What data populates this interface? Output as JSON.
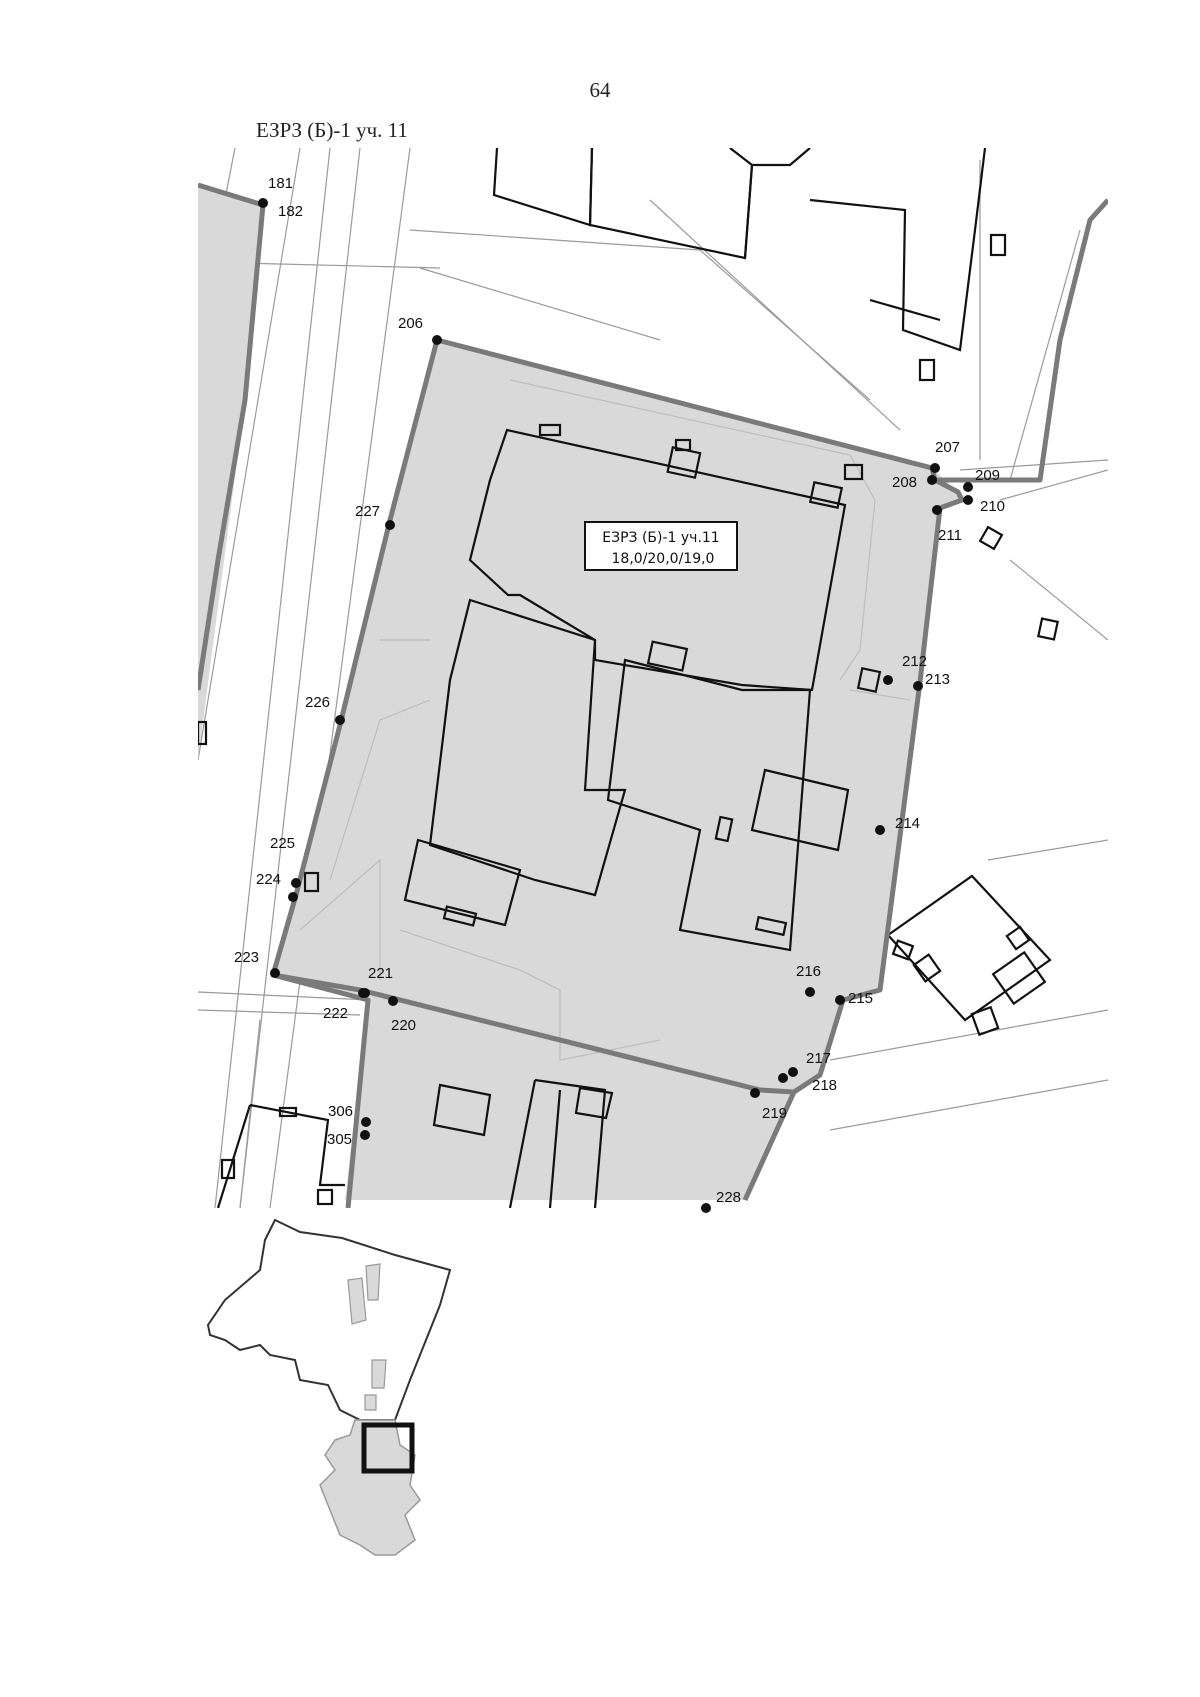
{
  "page": {
    "number": "64",
    "title": "ЕЗРЗ (Б)-1 уч. 11"
  },
  "zone_label": {
    "line1": "ЕЗРЗ (Б)-1 уч.11",
    "line2": "18,0/20,0/19,0"
  },
  "points": [
    {
      "id": "p181",
      "label": "181"
    },
    {
      "id": "p182",
      "label": "182"
    },
    {
      "id": "p206",
      "label": "206"
    },
    {
      "id": "p207",
      "label": "207"
    },
    {
      "id": "p208",
      "label": "208"
    },
    {
      "id": "p209",
      "label": "209"
    },
    {
      "id": "p210",
      "label": "210"
    },
    {
      "id": "p211",
      "label": "211"
    },
    {
      "id": "p212",
      "label": "212"
    },
    {
      "id": "p213",
      "label": "213"
    },
    {
      "id": "p214",
      "label": "214"
    },
    {
      "id": "p215",
      "label": "215"
    },
    {
      "id": "p216",
      "label": "216"
    },
    {
      "id": "p217",
      "label": "217"
    },
    {
      "id": "p218",
      "label": "218"
    },
    {
      "id": "p219",
      "label": "219"
    },
    {
      "id": "p220",
      "label": "220"
    },
    {
      "id": "p221",
      "label": "221"
    },
    {
      "id": "p222",
      "label": "222"
    },
    {
      "id": "p223",
      "label": "223"
    },
    {
      "id": "p224",
      "label": "224"
    },
    {
      "id": "p225",
      "label": "225"
    },
    {
      "id": "p226",
      "label": "226"
    },
    {
      "id": "p227",
      "label": "227"
    },
    {
      "id": "p228",
      "label": "228"
    },
    {
      "id": "p305",
      "label": "305"
    },
    {
      "id": "p306",
      "label": "306"
    }
  ],
  "colors": {
    "zone_fill": "#d9d9d9",
    "boundary": "#7a7a7a",
    "building": "#111111",
    "street_line": "#9a9a9a"
  }
}
